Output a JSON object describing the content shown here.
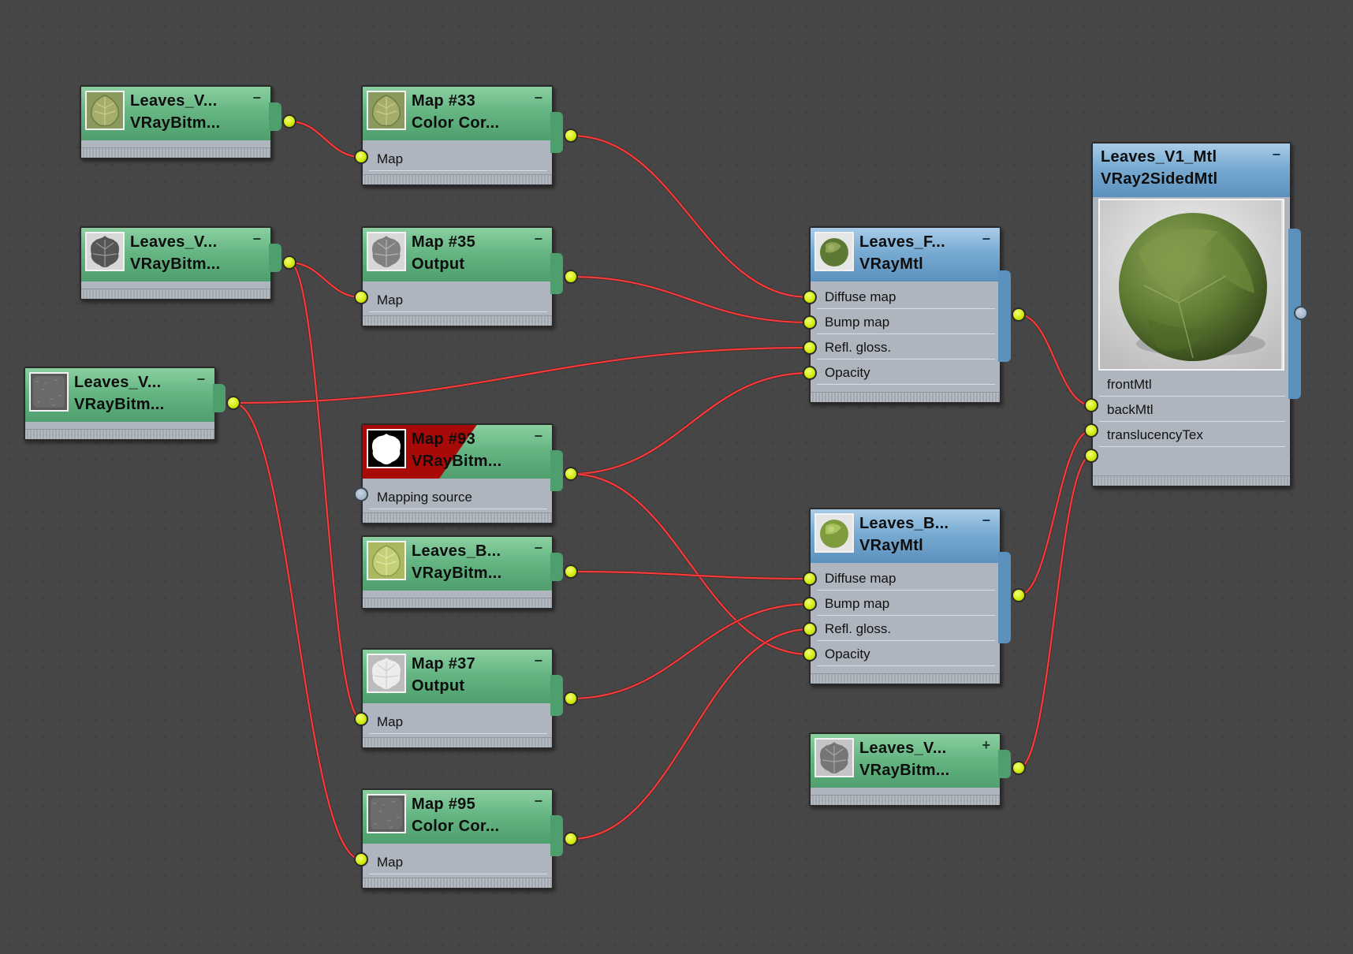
{
  "editor": {
    "title": "Slate Material Editor node view"
  },
  "nodes": {
    "leaves_v_a": {
      "line1": "Leaves_V...",
      "line2": "VRayBitm..."
    },
    "map33": {
      "line1": "Map #33",
      "line2": "Color Cor...",
      "slots": [
        "Map"
      ]
    },
    "leaves_v_b": {
      "line1": "Leaves_V...",
      "line2": "VRayBitm..."
    },
    "map35": {
      "line1": "Map #35",
      "line2": "Output",
      "slots": [
        "Map"
      ]
    },
    "leaves_v_c": {
      "line1": "Leaves_V...",
      "line2": "VRayBitm..."
    },
    "map93": {
      "line1": "Map #93",
      "line2": "VRayBitm...",
      "slots": [
        "Mapping source"
      ]
    },
    "leaves_b_bitmap": {
      "line1": "Leaves_B...",
      "line2": "VRayBitm..."
    },
    "map37": {
      "line1": "Map #37",
      "line2": "Output",
      "slots": [
        "Map"
      ]
    },
    "map95": {
      "line1": "Map #95",
      "line2": "Color Cor...",
      "slots": [
        "Map"
      ]
    },
    "leaves_f_mtl": {
      "line1": "Leaves_F...",
      "line2": "VRayMtl",
      "slots": [
        "Diffuse map",
        "Bump map",
        "Refl. gloss.",
        "Opacity"
      ]
    },
    "leaves_b_mtl": {
      "line1": "Leaves_B...",
      "line2": "VRayMtl",
      "slots": [
        "Diffuse map",
        "Bump map",
        "Refl. gloss.",
        "Opacity"
      ]
    },
    "leaves_v_d": {
      "line1": "Leaves_V...",
      "line2": "VRayBitm..."
    },
    "leaves_v1_mtl": {
      "line1": "Leaves_V1_Mtl",
      "line2": "VRay2SidedMtl",
      "slots": [
        "frontMtl",
        "backMtl",
        "translucencyTex"
      ]
    }
  },
  "collapse_icons": {
    "expanded": "−",
    "collapsed": "+"
  },
  "colors": {
    "background": "#464646",
    "map_header": "#66b684",
    "material_header": "#78abd2",
    "wire": "#ff3b3b",
    "port": "#d3ec0e",
    "highlight": "#a80909"
  }
}
